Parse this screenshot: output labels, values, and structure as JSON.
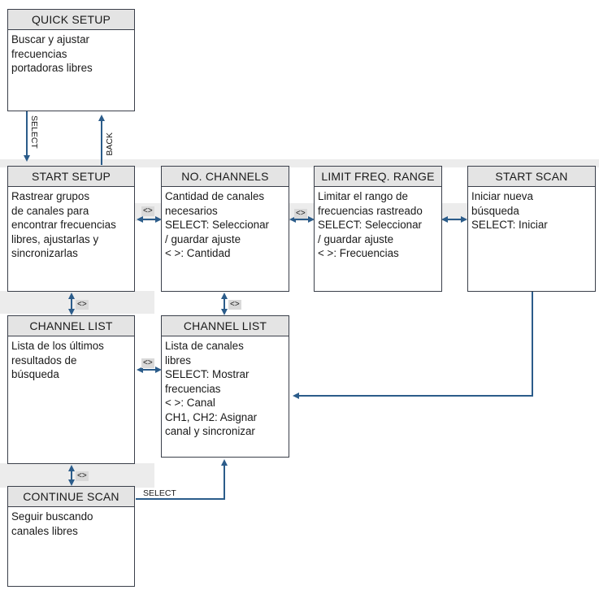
{
  "boxes": {
    "quick_setup": {
      "title": "QUICK SETUP",
      "body": "Buscar y ajustar\nfrecuencias\nportadoras libres"
    },
    "start_setup": {
      "title": "START SETUP",
      "body": "Rastrear grupos\nde canales para\nencontrar frecuencias\nlibres, ajustarlas y\nsincronizarlas"
    },
    "no_channels": {
      "title": "NO. CHANNELS",
      "body": "Cantidad de canales\nnecesarios\nSELECT: Seleccionar\n/ guardar ajuste\n< >: Cantidad"
    },
    "limit_freq": {
      "title": "LIMIT FREQ. RANGE",
      "body": "Limitar el rango de\nfrecuencias rastreado\nSELECT: Seleccionar\n/ guardar ajuste\n< >: Frecuencias"
    },
    "start_scan": {
      "title": "START SCAN",
      "body": "Iniciar nueva\nbúsqueda\nSELECT: Iniciar"
    },
    "channel_list_left": {
      "title": "CHANNEL LIST",
      "body": "Lista de los últimos\nresultados de\nbúsqueda"
    },
    "channel_list_mid": {
      "title": "CHANNEL LIST",
      "body": "Lista de canales\nlibres\nSELECT: Mostrar\nfrecuencias\n< >: Canal\nCH1, CH2: Asignar\ncanal y sincronizar"
    },
    "continue_scan": {
      "title": "CONTINUE SCAN",
      "body": "Seguir buscando\ncanales libres"
    }
  },
  "labels": {
    "select_down": "SELECT",
    "back_up": "BACK",
    "select_continue": "SELECT",
    "nav_tag": "<>",
    "nav_tag_cut": "<"
  },
  "colors": {
    "arrow": "#2b5c8a",
    "border": "#3a3f4a",
    "header_bg": "#e4e4e4",
    "band_bg": "#ececec"
  }
}
